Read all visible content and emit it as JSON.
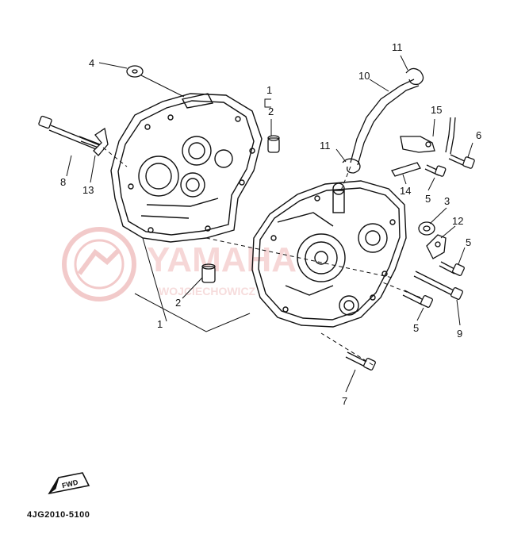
{
  "diagram": {
    "drawing_code": "4JG2010-5100",
    "fwd_label": "FWD",
    "watermark": {
      "brand_text": "YAMAHA",
      "sub_text": "WOJCIECHOWICZ",
      "color": "#e8a0a0"
    },
    "callouts": [
      {
        "id": "c4",
        "label": "4"
      },
      {
        "id": "c1-top",
        "label": "1"
      },
      {
        "id": "c2-top",
        "label": "2"
      },
      {
        "id": "c8",
        "label": "8"
      },
      {
        "id": "c13",
        "label": "13"
      },
      {
        "id": "c11-top",
        "label": "11"
      },
      {
        "id": "c10",
        "label": "10"
      },
      {
        "id": "c15",
        "label": "15"
      },
      {
        "id": "c6",
        "label": "6"
      },
      {
        "id": "c11-mid",
        "label": "11"
      },
      {
        "id": "c14",
        "label": "14"
      },
      {
        "id": "c5-a",
        "label": "5"
      },
      {
        "id": "c3",
        "label": "3"
      },
      {
        "id": "c12",
        "label": "12"
      },
      {
        "id": "c5-b",
        "label": "5"
      },
      {
        "id": "c5-c",
        "label": "5"
      },
      {
        "id": "c9",
        "label": "9"
      },
      {
        "id": "c2-bot",
        "label": "2"
      },
      {
        "id": "c1-bot",
        "label": "1"
      },
      {
        "id": "c7",
        "label": "7"
      }
    ]
  }
}
